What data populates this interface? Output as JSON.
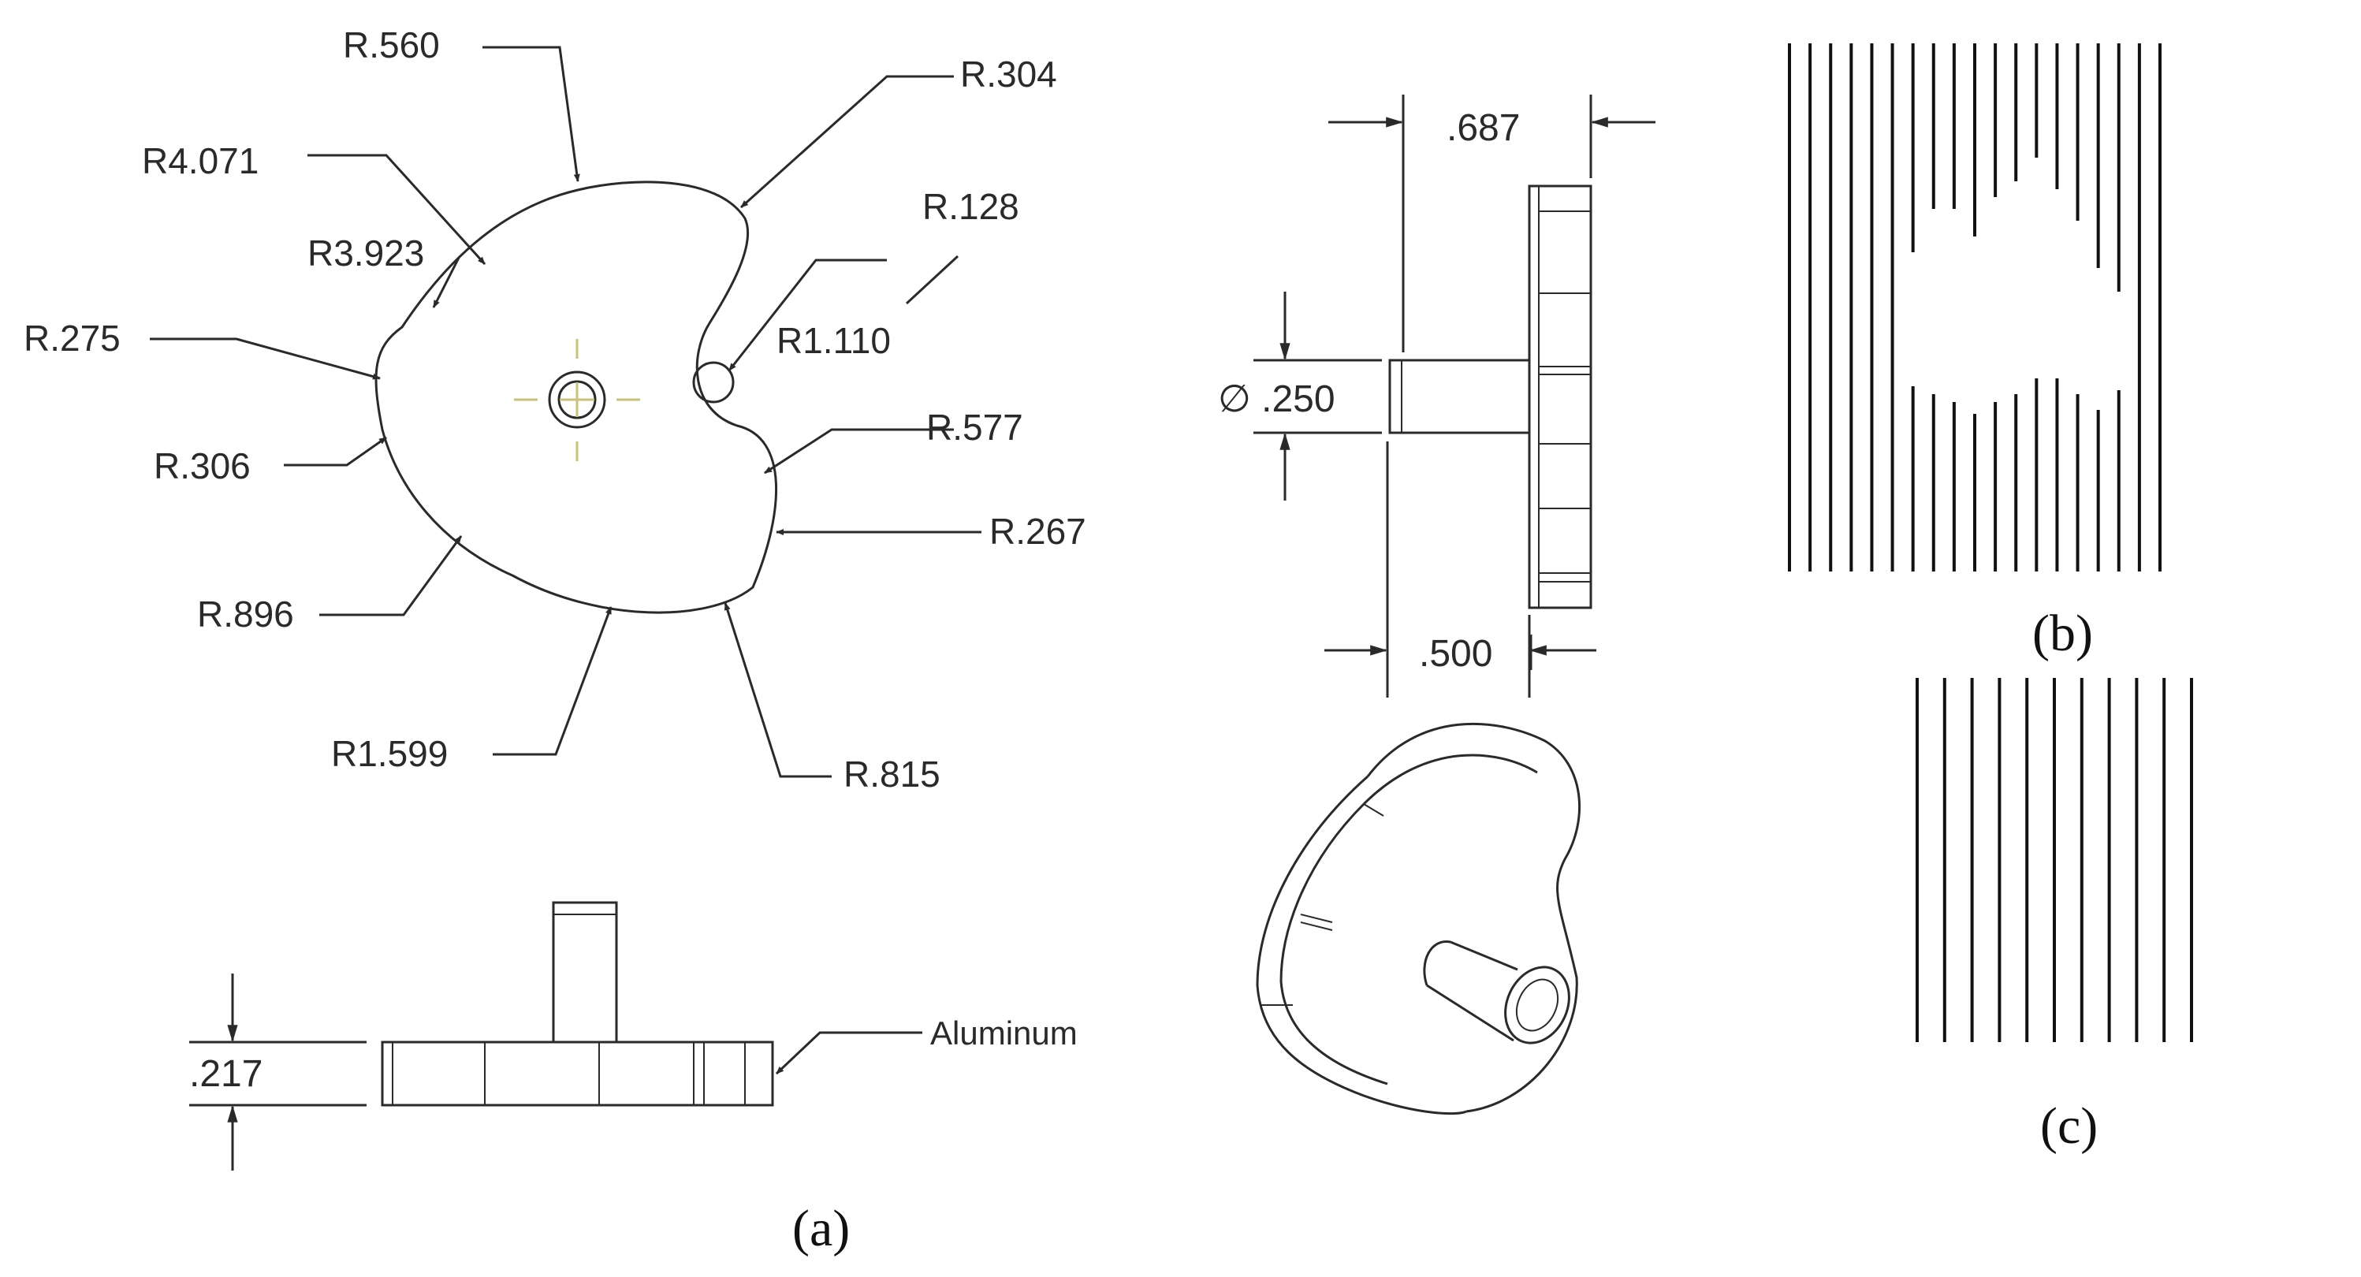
{
  "panel_a": {
    "caption": "(a)",
    "top_view": {
      "radius_labels": [
        "R.560",
        "R.304",
        "R4.071",
        "R.128",
        "R3.923",
        "R1.110",
        "R.275",
        "R.577",
        "R.306",
        "R.267",
        "R.896",
        "R1.599",
        "R.815"
      ]
    },
    "side_view": {
      "width_label": ".687",
      "diameter_label": "∅ .250",
      "thickness_label": ".500"
    },
    "front_view": {
      "height_label": ".217",
      "material_label": "Aluminum"
    }
  },
  "panel_b": {
    "caption": "(b)",
    "line_count": 19
  },
  "panel_c": {
    "caption": "(c)",
    "line_count": 11
  },
  "colors": {
    "ink": "#2a2a2a",
    "fill": "#ffffff",
    "center_mark": "#c9c27a"
  }
}
